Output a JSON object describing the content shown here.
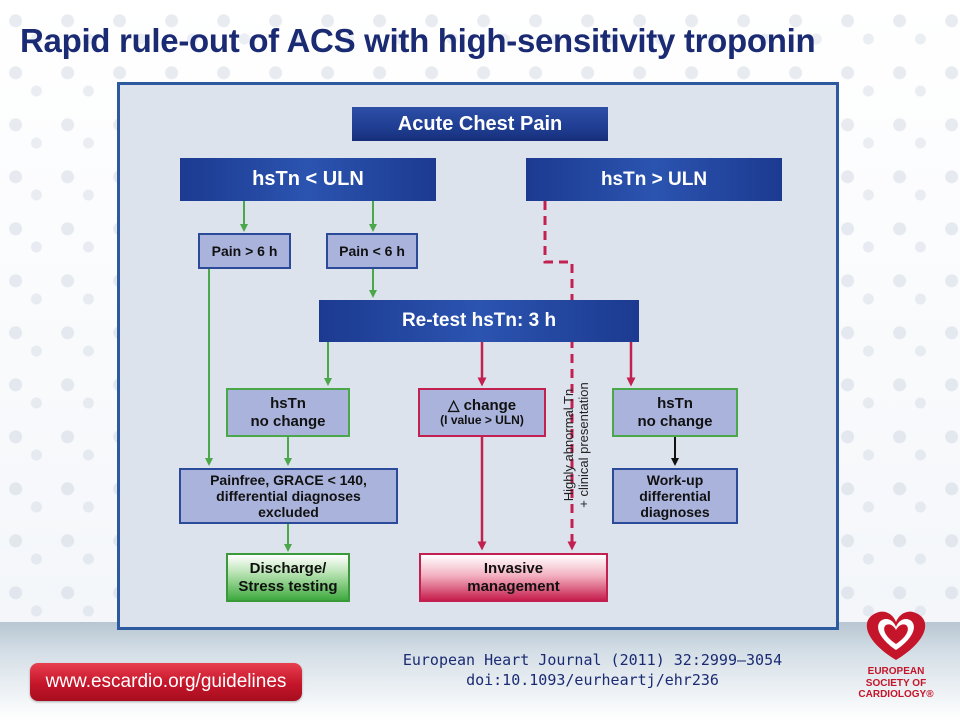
{
  "title": "Rapid rule-out of ACS with high-sensitivity troponin",
  "diagram": {
    "acute": "Acute Chest Pain",
    "hstn_low": "hsTn < ULN",
    "hstn_high": "hsTn > ULN",
    "pain_gt": "Pain > 6 h",
    "pain_lt": "Pain < 6 h",
    "retest": "Re-test hsTn: 3 h",
    "no_change_left_1": "hsTn",
    "no_change_left_2": "no change",
    "delta_1": "△ change",
    "delta_2": "(I value > ULN)",
    "no_change_right_1": "hsTn",
    "no_change_right_2": "no change",
    "painfree_1": "Painfree, GRACE < 140,",
    "painfree_2": "differential diagnoses",
    "painfree_3": "excluded",
    "workup_1": "Work-up",
    "workup_2": "differential",
    "workup_3": "diagnoses",
    "discharge_1": "Discharge/",
    "discharge_2": "Stress testing",
    "invasive_1": "Invasive",
    "invasive_2": "management",
    "rotated_1": "Highly abnormal Tn",
    "rotated_2": "+ clinical presentation"
  },
  "colors": {
    "navy": "#1f3d92",
    "green": "#4aa84a",
    "crimson": "#c22050",
    "box_fill": "#aab3dc",
    "panel": "#dde3ed"
  },
  "footer": {
    "link": "www.escardio.org/guidelines",
    "citation_1": "European Heart Journal (2011) 32:2999–3054",
    "citation_2": "doi:10.1093/eurheartj/ehr236",
    "logo_1": "EUROPEAN",
    "logo_2": "SOCIETY OF",
    "logo_3": "CARDIOLOGY®"
  }
}
